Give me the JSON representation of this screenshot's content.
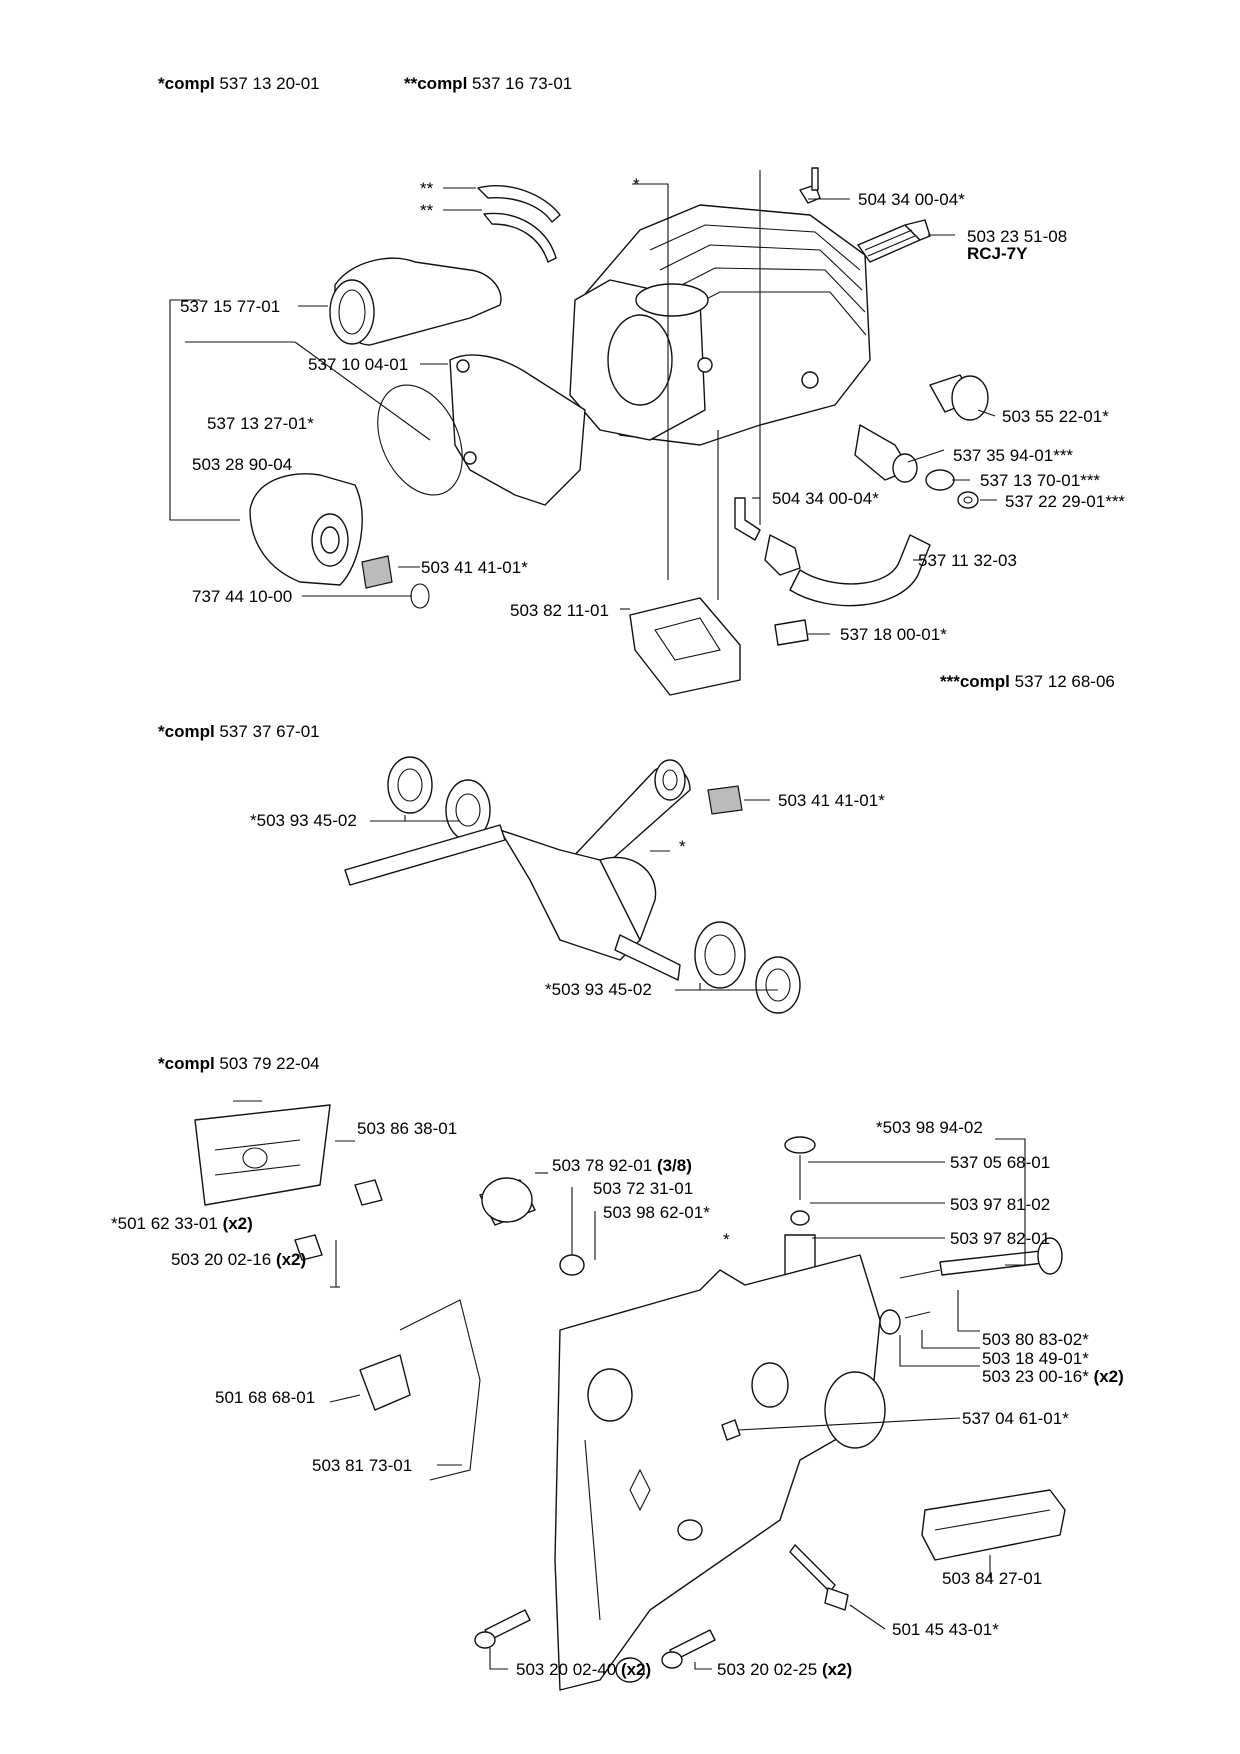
{
  "sections": [
    {
      "headers": [
        {
          "prefix": "*compl",
          "number": "537 13 20-01"
        },
        {
          "prefix": "**compl",
          "number": "537 16 73-01"
        }
      ],
      "labels": [
        {
          "text": "**"
        },
        {
          "text": "**"
        },
        {
          "text": "*"
        },
        {
          "text": "504 34 00-04*"
        },
        {
          "text": "503 23 51-08",
          "sub": "RCJ-7Y"
        },
        {
          "text": "537 15 77-01"
        },
        {
          "text": "537 10 04-01"
        },
        {
          "text": "537 13 27-01*"
        },
        {
          "text": "503 28 90-04"
        },
        {
          "text": "503 55 22-01*"
        },
        {
          "text": "537 35 94-01***"
        },
        {
          "text": "537 13 70-01***"
        },
        {
          "text": "537 22 29-01***"
        },
        {
          "text": "504 34 00-04*"
        },
        {
          "text": "503 41 41-01*"
        },
        {
          "text": "537 11 32-03"
        },
        {
          "text": "737 44 10-00"
        },
        {
          "text": "503 82 11-01"
        },
        {
          "text": "537 18 00-01*"
        }
      ],
      "footer": {
        "prefix": "***compl",
        "number": "537 12 68-06"
      }
    },
    {
      "headers": [
        {
          "prefix": "*compl",
          "number": "537 37 67-01"
        }
      ],
      "labels": [
        {
          "text": "503 41 41-01*"
        },
        {
          "text": "*503 93 45-02"
        },
        {
          "text": "*"
        },
        {
          "text": "*503 93 45-02"
        }
      ]
    },
    {
      "headers": [
        {
          "prefix": "*compl",
          "number": "503 79 22-04"
        }
      ],
      "labels": [
        {
          "text": "503 86 38-01"
        },
        {
          "text": "*503 98 94-02"
        },
        {
          "text": "503 78 92-01",
          "qualifier": "(3/8)"
        },
        {
          "text": "537 05 68-01"
        },
        {
          "text": "503 72 31-01"
        },
        {
          "text": "*501 62 33-01",
          "qualifier": "(x2)"
        },
        {
          "text": "503 98 62-01*"
        },
        {
          "text": "503 97 81-02"
        },
        {
          "text": "503 97 82-01"
        },
        {
          "text": "*"
        },
        {
          "text": "503 20 02-16",
          "qualifier": "(x2)"
        },
        {
          "text": "503 80 83-02*"
        },
        {
          "text": "503 18 49-01*"
        },
        {
          "text": "503 23 00-16*",
          "qualifier": "(x2)"
        },
        {
          "text": "501 68 68-01"
        },
        {
          "text": "537 04 61-01*"
        },
        {
          "text": "503 81 73-01"
        },
        {
          "text": "503 84 27-01"
        },
        {
          "text": "501 45 43-01*"
        },
        {
          "text": "503 20 02-40",
          "qualifier": "(x2)"
        },
        {
          "text": "503 20 02-25",
          "qualifier": "(x2)"
        }
      ]
    }
  ]
}
